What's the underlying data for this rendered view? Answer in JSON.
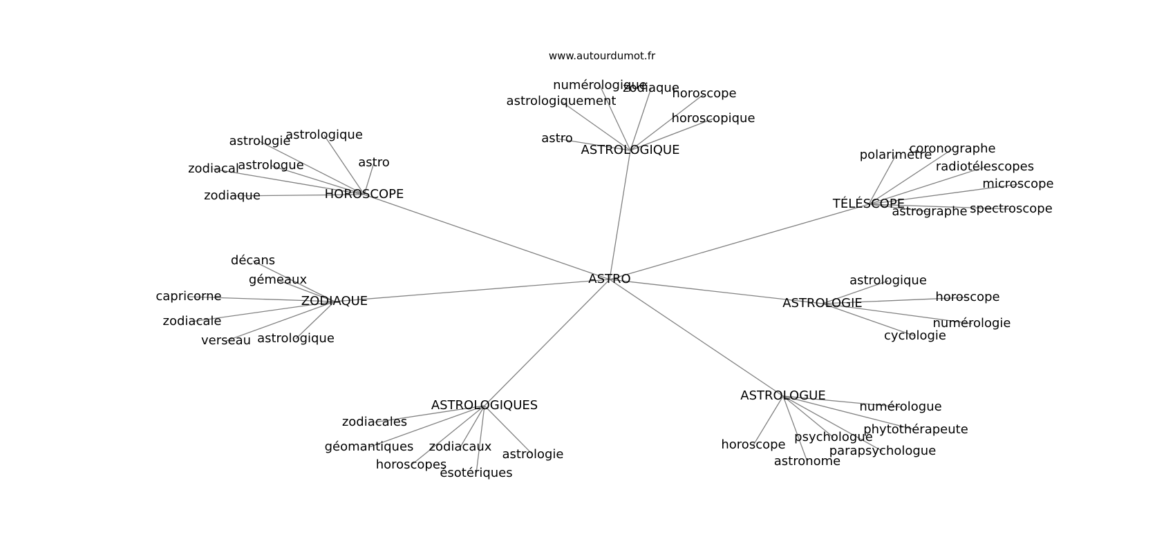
{
  "watermark": "www.autourdumot.fr",
  "graph": {
    "center": "ASTRO",
    "clusters": [
      {
        "hub": "ASTROLOGIQUE",
        "leaves": [
          "numérologique",
          "zodiaque",
          "horoscope",
          "astrologiquement",
          "horoscopique",
          "astro"
        ]
      },
      {
        "hub": "HOROSCOPE",
        "leaves": [
          "astrologique",
          "astrologie",
          "astro",
          "zodiacal",
          "astrologue",
          "zodiaque"
        ]
      },
      {
        "hub": "TÉLÉSCOPE",
        "leaves": [
          "coronographe",
          "polarimètre",
          "radiotélescopes",
          "microscope",
          "spectroscope",
          "astrographe"
        ]
      },
      {
        "hub": "ZODIAQUE",
        "leaves": [
          "décans",
          "gémeaux",
          "capricorne",
          "zodiacale",
          "verseau",
          "astrologique"
        ]
      },
      {
        "hub": "ASTROLOGIE",
        "leaves": [
          "astrologique",
          "horoscope",
          "numérologie",
          "cyclologie"
        ]
      },
      {
        "hub": "ASTROLOGIQUES",
        "leaves": [
          "zodiacales",
          "géomantiques",
          "zodiacaux",
          "astrologie",
          "horoscopes",
          "ésotériques"
        ]
      },
      {
        "hub": "ASTROLOGUE",
        "leaves": [
          "numérologue",
          "phytothérapeute",
          "psychologue",
          "parapsychologue",
          "horoscope",
          "astronome"
        ]
      }
    ]
  }
}
